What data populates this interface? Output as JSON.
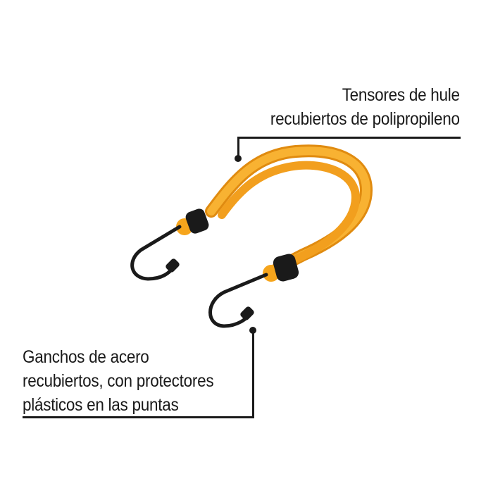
{
  "callouts": {
    "top": {
      "lines": [
        "Tensores de hule",
        "recubiertos de polipropileno"
      ]
    },
    "bottom": {
      "lines": [
        "Ganchos de acero",
        "recubiertos, con protectores",
        "plásticos en las puntas"
      ]
    }
  },
  "colors": {
    "cord": "#f6a51c",
    "hook": "#1a1a1a",
    "text": "#1a1a1a"
  }
}
